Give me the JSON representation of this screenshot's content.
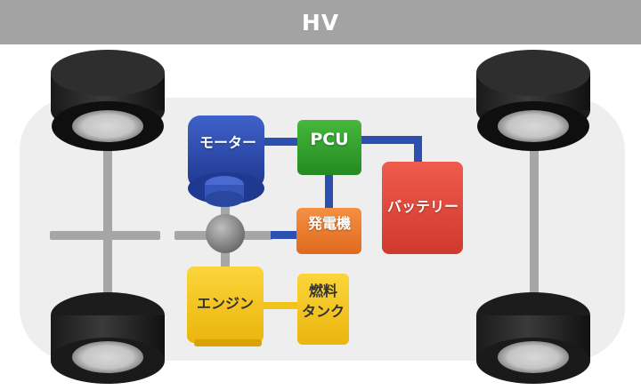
{
  "header": {
    "title": "HV"
  },
  "components": {
    "motor": "モーター",
    "pcu": "PCU",
    "battery": "バッテリー",
    "generator": "発電機",
    "engine": "エンジン",
    "fuel_tank_line1": "燃料",
    "fuel_tank_line2": "タンク"
  },
  "colors": {
    "header": "#a3a3a3",
    "motor": "#2c4aa8",
    "pcu": "#2e9e2a",
    "battery": "#e0463a",
    "generator": "#ee7a2a",
    "engine": "#f2c31a",
    "fuel_tank": "#f2c31a",
    "electric_line": "#2d4fb0",
    "fuel_line": "#f2c31a",
    "axle": "#a6a6a6",
    "body": "#eeeeee"
  }
}
